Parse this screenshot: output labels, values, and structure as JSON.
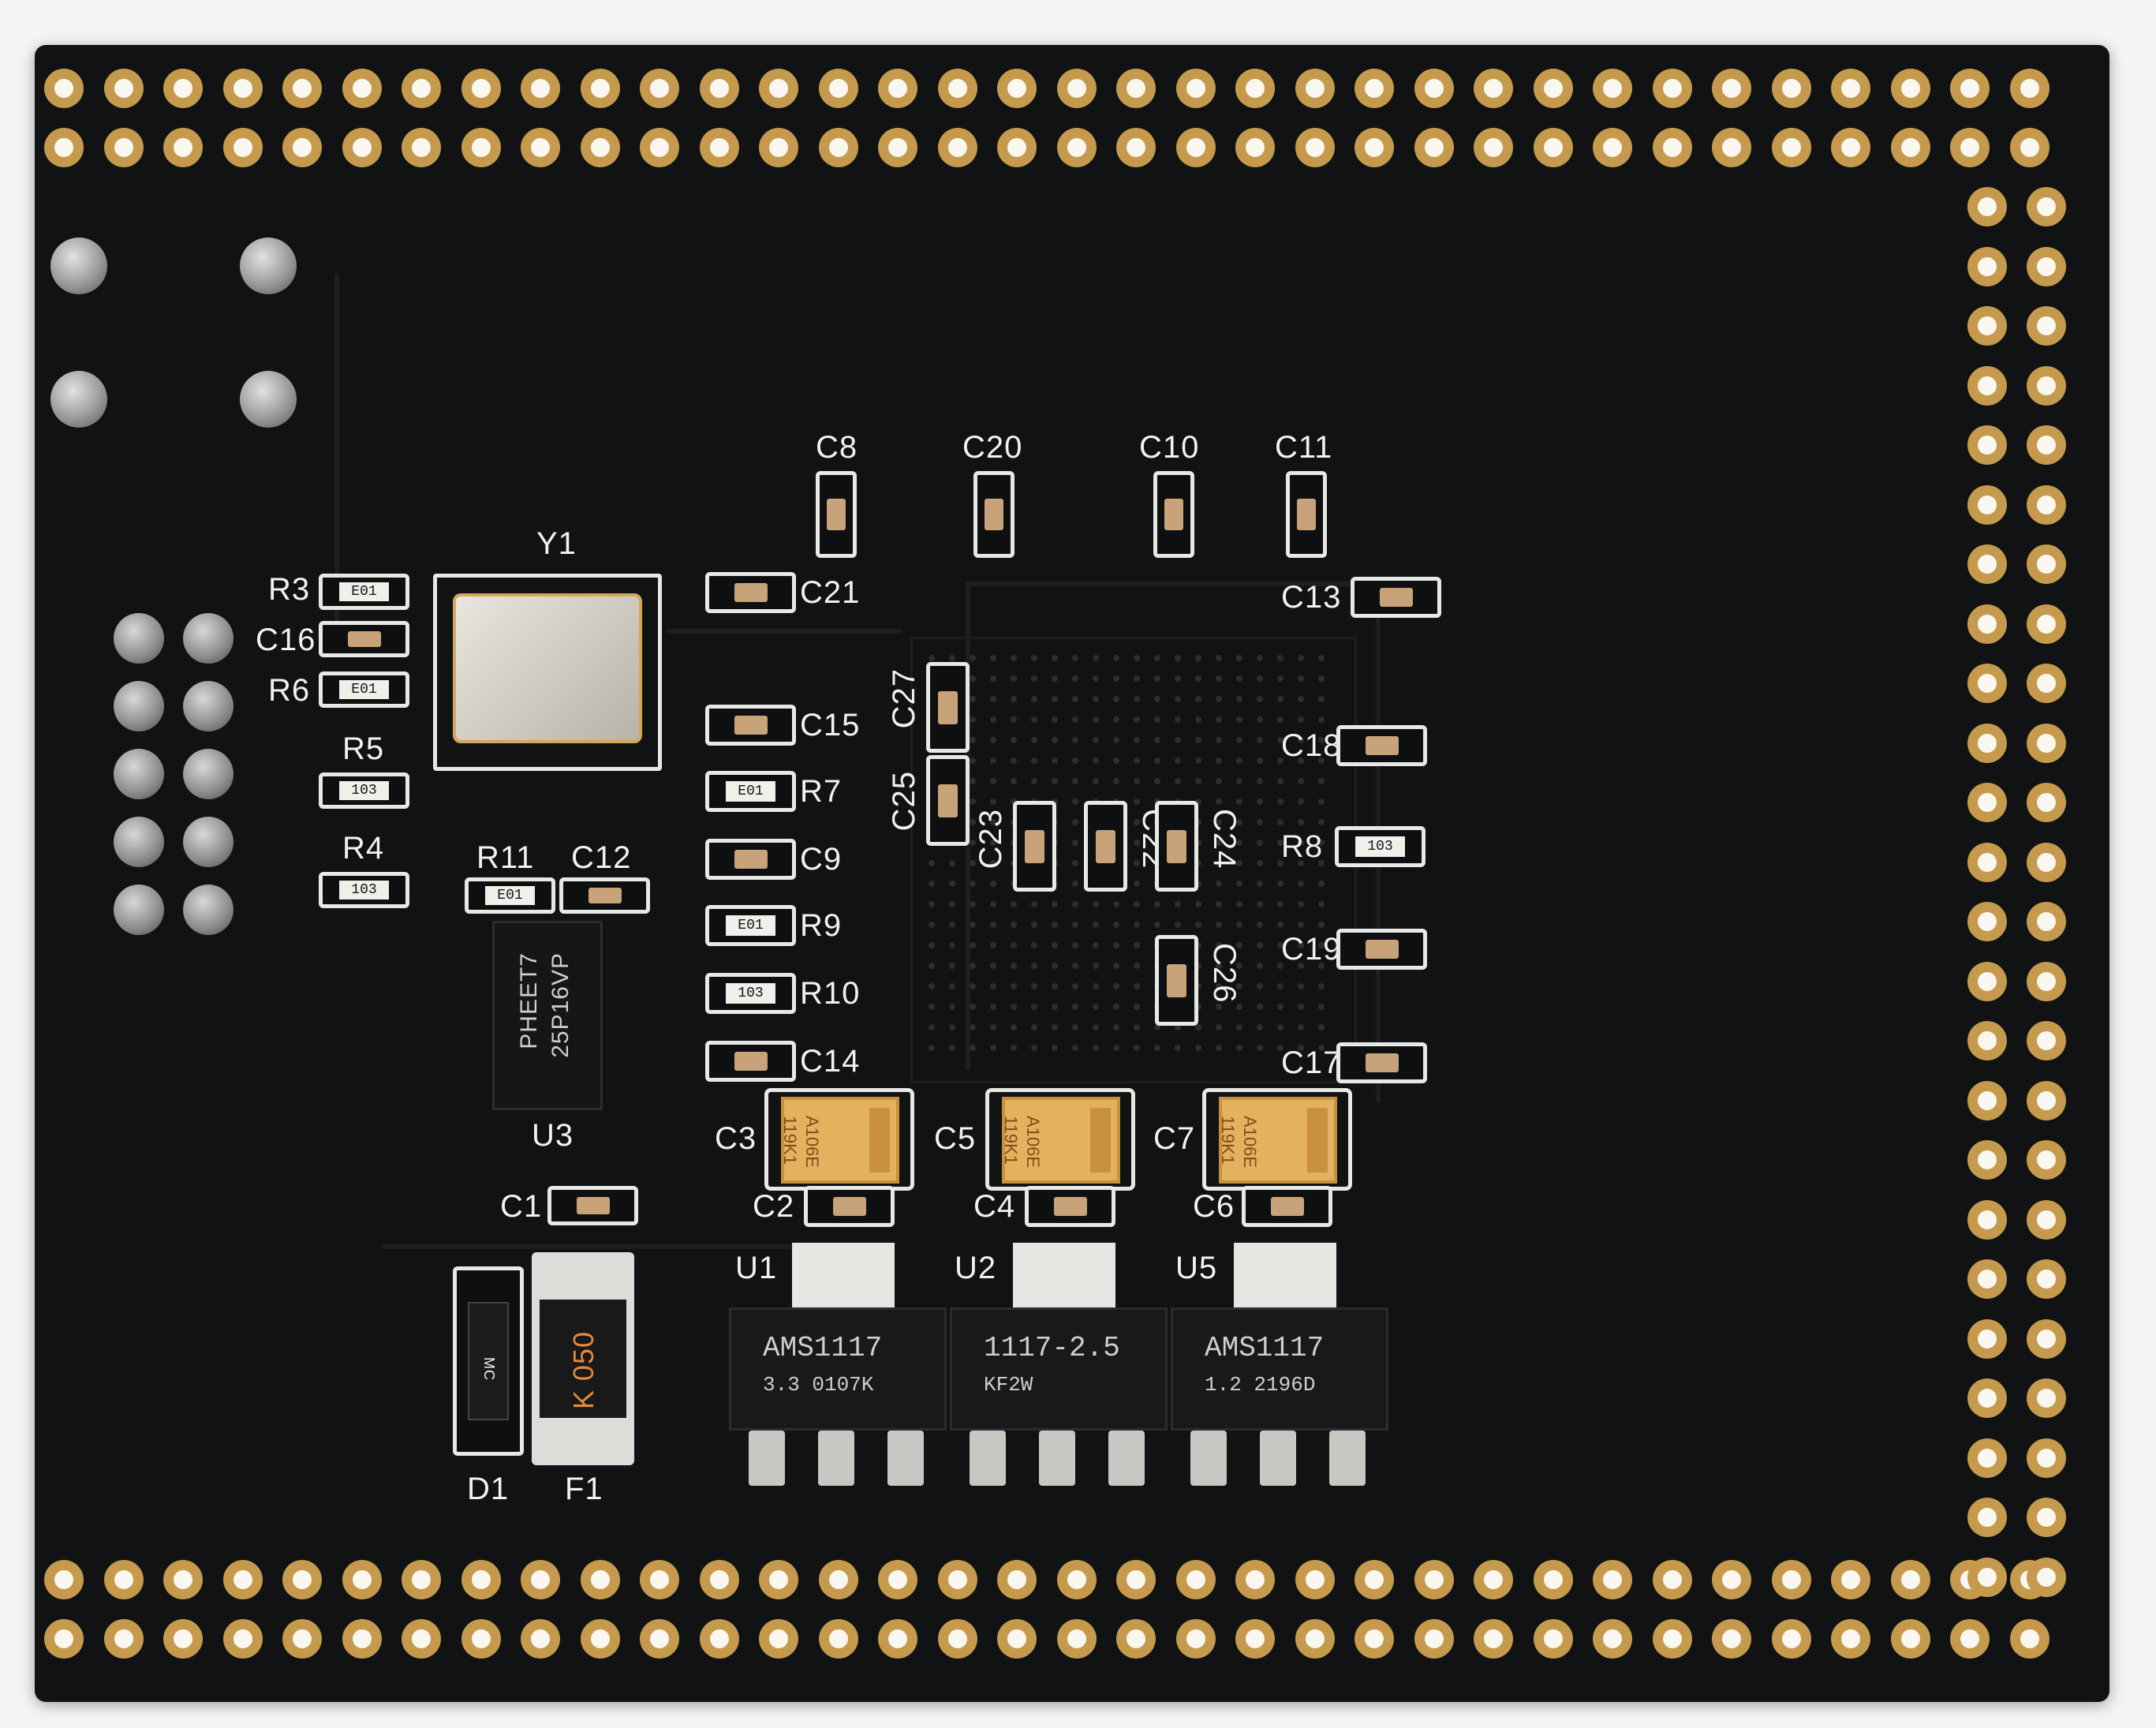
{
  "board": {
    "labels": {
      "Y1": "Y1",
      "R3": "R3",
      "C16": "C16",
      "R6": "R6",
      "R5": "R5",
      "R4": "R4",
      "R11": "R11",
      "C12": "C12",
      "U3": "U3",
      "C1": "C1",
      "D1": "D1",
      "F1": "F1",
      "C8": "C8",
      "C20": "C20",
      "C10": "C10",
      "C11": "C11",
      "C21": "C21",
      "C13": "C13",
      "C15": "C15",
      "C27": "C27",
      "C25": "C25",
      "C18": "C18",
      "R7": "R7",
      "C23": "C23",
      "C22": "C22",
      "C24": "C24",
      "R8": "R8",
      "C9": "C9",
      "R9": "R9",
      "C19": "C19",
      "C26": "C26",
      "R10": "R10",
      "C14": "C14",
      "C17": "C17",
      "C3": "C3",
      "C5": "C5",
      "C7": "C7",
      "C2": "C2",
      "C4": "C4",
      "C6": "C6",
      "U1": "U1",
      "U2": "U2",
      "U5": "U5"
    },
    "resistor_markings": {
      "R3": "E01",
      "R6": "E01",
      "R5": "103",
      "R4": "103",
      "R11": "E01",
      "R7": "E01",
      "R9": "E01",
      "R10": "103",
      "R8": "103"
    },
    "flash_chip_text": [
      "25P16VP",
      "PHEET7"
    ],
    "tantalum_text": [
      "119K1",
      "A106E"
    ],
    "regulators": [
      {
        "line1": "AMS1117",
        "line2": "3.3   0107K"
      },
      {
        "line1": "1117-2.5",
        "line2": "KF2W"
      },
      {
        "line1": "AMS1117",
        "line2": "1.2    2196D"
      }
    ],
    "fuse_text": "K 050",
    "diode_text": "MC",
    "colors": {
      "board": "#101213",
      "gold": "#c59a4c",
      "silk": "#f2f2ee",
      "tantalum": "#e3b25e"
    }
  }
}
